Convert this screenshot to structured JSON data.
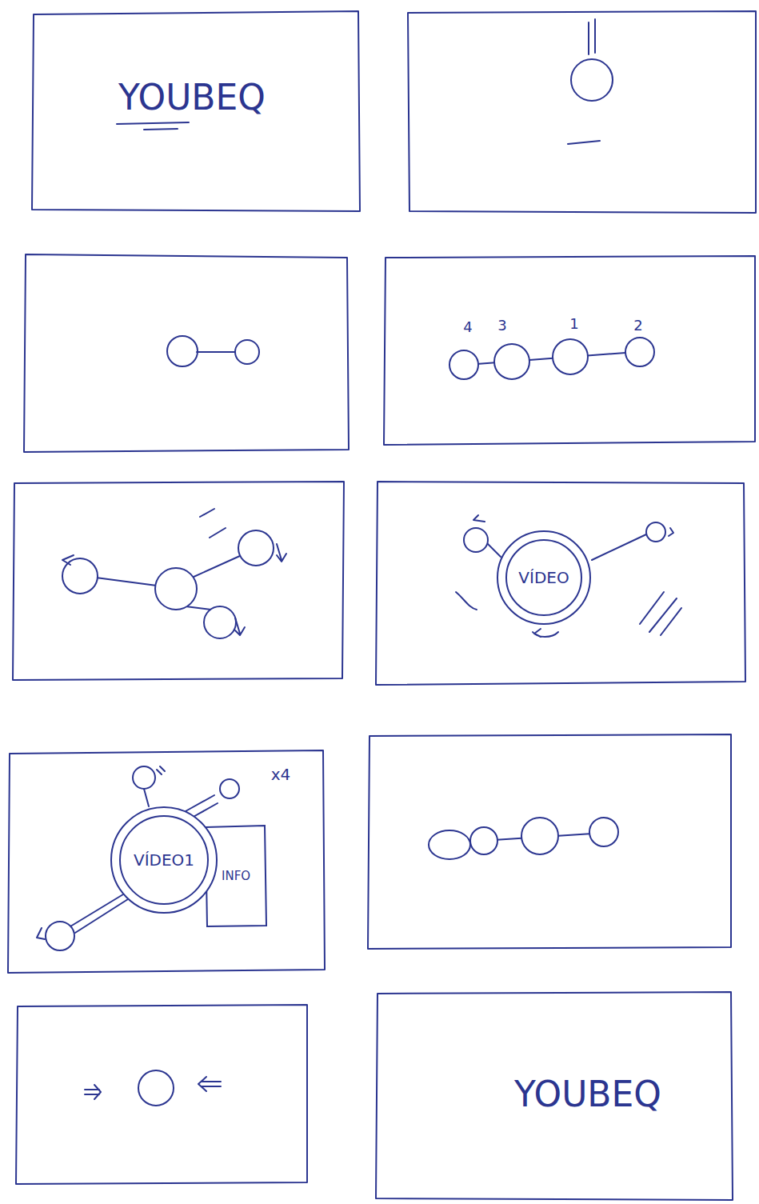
{
  "diagram": {
    "nodes": [
      {
        "text": [
          "VÍDEO"
        ]
      },
      {
        "text": [
          "VÍDEO1"
        ]
      },
      {
        "text": [
          "INFO"
        ]
      }
    ],
    "labels": [
      "YOUBEQ",
      "4",
      "3",
      "1",
      "2",
      "x4",
      "YOUBEQ"
    ]
  }
}
